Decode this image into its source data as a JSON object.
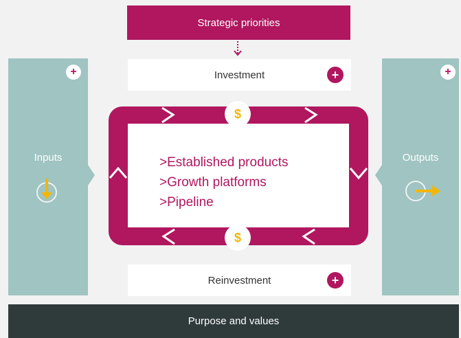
{
  "header": {
    "title": "Strategic priorities"
  },
  "investment": {
    "label": "Investment",
    "plus": "+"
  },
  "reinvestment": {
    "label": "Reinvestment",
    "plus": "+"
  },
  "inputs": {
    "label": "Inputs",
    "plus": "+"
  },
  "outputs": {
    "label": "Outputs",
    "plus": "+"
  },
  "cycle": {
    "items": [
      "Established products",
      "Growth platforms",
      "Pipeline"
    ],
    "bullet_marker": ">",
    "coin_symbol": "$"
  },
  "footer": {
    "label": "Purpose and values"
  },
  "colors": {
    "magenta": "#b0175f",
    "teal": "#9fc4c1",
    "dark": "#2f3a3a",
    "gold": "#f2b705"
  }
}
